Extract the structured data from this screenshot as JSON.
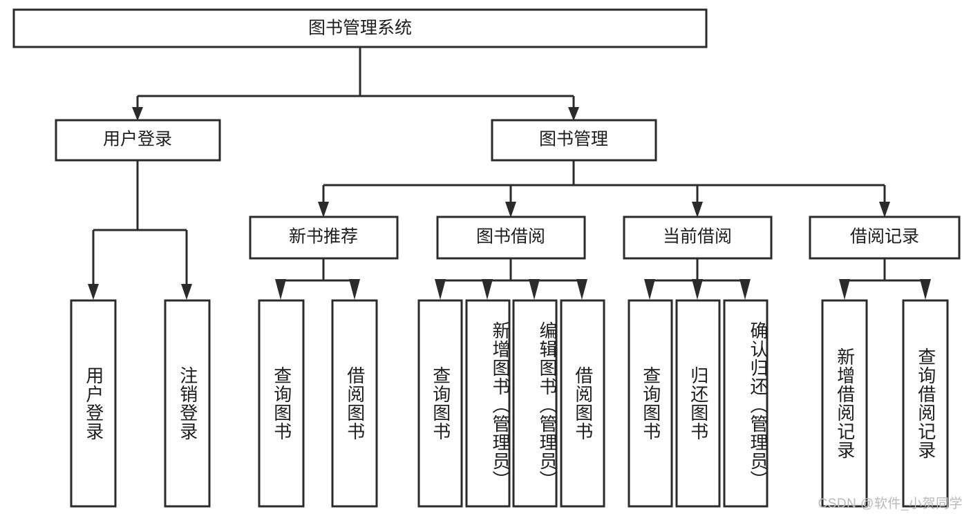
{
  "diagram": {
    "title": "图书管理系统",
    "type": "hierarchy-tree",
    "watermark": "CSDN @软件_小贺同学",
    "colors": {
      "box_stroke": "#2b2b2b",
      "box_fill": "#ffffff",
      "connector": "#2b2b2b",
      "text": "#1d1d1d",
      "background": "#ffffff",
      "watermark": "#b9b9b9"
    },
    "root": {
      "label": "图书管理系统"
    },
    "level2": [
      {
        "label": "用户登录"
      },
      {
        "label": "图书管理"
      }
    ],
    "level3": [
      {
        "label": "新书推荐"
      },
      {
        "label": "图书借阅"
      },
      {
        "label": "当前借阅"
      },
      {
        "label": "借阅记录"
      }
    ],
    "leaves": {
      "user_login": [
        {
          "label": "用户登录"
        },
        {
          "label": "注销登录"
        }
      ],
      "new_book_recommend": [
        {
          "label": "查询图书"
        },
        {
          "label": "借阅图书"
        }
      ],
      "book_borrow": [
        {
          "label": "查询图书"
        },
        {
          "label": "新增图书（管理员）"
        },
        {
          "label": "编辑图书（管理员）"
        },
        {
          "label": "借阅图书"
        }
      ],
      "current_borrow": [
        {
          "label": "查询图书"
        },
        {
          "label": "归还图书"
        },
        {
          "label": "确认归还（管理员）"
        }
      ],
      "borrow_record": [
        {
          "label": "新增借阅记录"
        },
        {
          "label": "查询借阅记录"
        }
      ]
    }
  }
}
